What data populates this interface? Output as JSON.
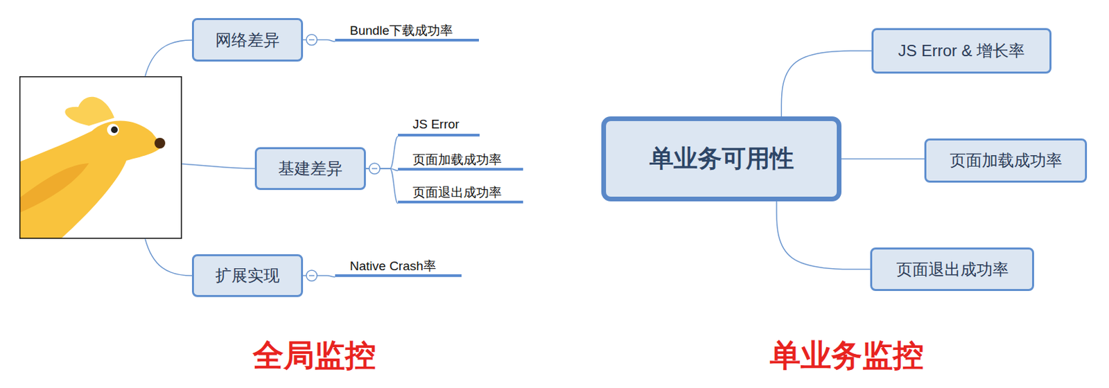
{
  "diagram": {
    "nodes": [
      {
        "text": [
          "网络差异"
        ]
      },
      {
        "text": [
          "Bundle下载成功率"
        ]
      },
      {
        "text": [
          "基建差异"
        ]
      },
      {
        "text": [
          "JS Error"
        ]
      },
      {
        "text": [
          "页面加载成功率"
        ]
      },
      {
        "text": [
          "页面退出成功率"
        ]
      },
      {
        "text": [
          "扩展实现"
        ]
      },
      {
        "text": [
          "Native Crash率"
        ]
      },
      {
        "text": [
          "单业务可用性"
        ]
      },
      {
        "text": [
          "JS Error & 增长率"
        ]
      },
      {
        "text": [
          "页面加载成功率"
        ]
      },
      {
        "text": [
          "页面退出成功率"
        ]
      }
    ],
    "edges": [
      {
        "from": 0,
        "to": 1,
        "arrow": "none"
      },
      {
        "from": 2,
        "to": 3,
        "arrow": "none"
      },
      {
        "from": 2,
        "to": 4,
        "arrow": "none"
      },
      {
        "from": 2,
        "to": 5,
        "arrow": "none"
      },
      {
        "from": 6,
        "to": 7,
        "arrow": "none"
      },
      {
        "from": 8,
        "to": 9,
        "arrow": "none"
      },
      {
        "from": 8,
        "to": 10,
        "arrow": "none"
      },
      {
        "from": 8,
        "to": 11,
        "arrow": "none"
      }
    ],
    "labels": [
      "全局监控",
      "单业务监控"
    ]
  }
}
